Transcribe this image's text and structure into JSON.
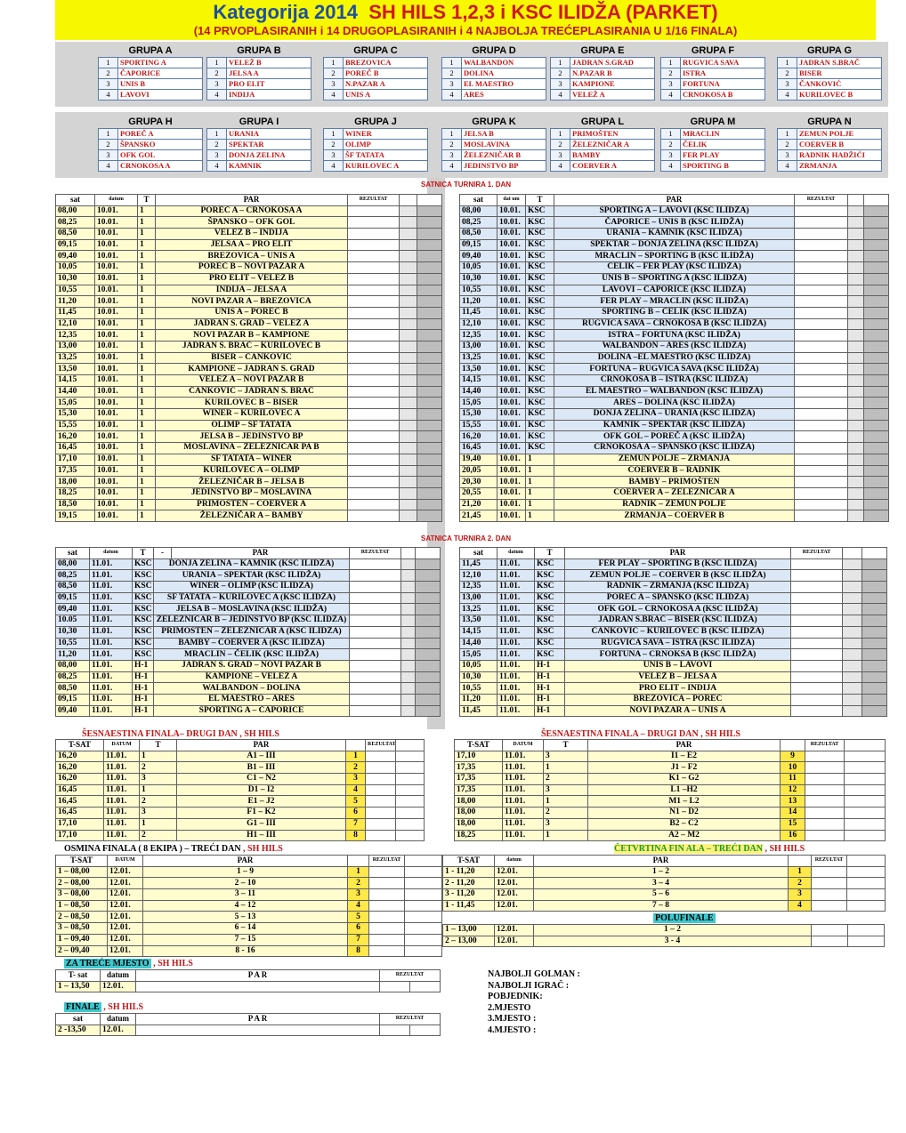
{
  "header": {
    "t_kat": "Kategorija 2014",
    "t_sh": "SH HILS 1,2,3 i",
    "t_ksc": "KSC ILIDŽA (PARKET)",
    "subtitle": "(14 PRVOPLASIRANIH i 14 DRUGOPLASIRANIH  i 4 NAJBOLJA TREĆEPLASIRANIA U 1/16 FINALA)"
  },
  "groups1": [
    {
      "name": "GRUPA  A",
      "teams": [
        "SPORTING A",
        "ČAPORICE",
        "UNIS B",
        "LAVOVI"
      ]
    },
    {
      "name": "GRUPA  B",
      "teams": [
        "VELEŽ B",
        "JELSA A",
        "PRO ELIT",
        "INDIJA"
      ]
    },
    {
      "name": "GRUPA C",
      "teams": [
        "BREZOVICA",
        "POREČ B",
        "N.PAZAR A",
        "UNIS A"
      ]
    },
    {
      "name": "GRUPA D",
      "teams": [
        "WALBANDON",
        "DOLINA",
        "EL MAESTRO",
        "ARES"
      ]
    },
    {
      "name": "GRUPA E",
      "teams": [
        "JADRAN S.GRAD",
        "N.PAZAR B",
        "KAMPIONE",
        "VELEŽ A"
      ]
    },
    {
      "name": "GRUPA  F",
      "teams": [
        "RUGVICA SAVA",
        "ISTRA",
        "FORTUNA",
        "CRNOKOSA B"
      ]
    },
    {
      "name": "GRUPA G",
      "teams": [
        "JADRAN S.BRAČ",
        "BISER",
        "ČANKOVIĆ",
        "KURILOVEC B"
      ]
    }
  ],
  "groups2": [
    {
      "name": "GRUPA H",
      "teams": [
        "POREČ A",
        "ŠPANSKO",
        "OFK GOL",
        "CRNOKOSA A"
      ]
    },
    {
      "name": "GRUPA I",
      "teams": [
        "URANIA",
        "SPEKTAR",
        "DONJA ZELINA",
        "KAMNIK"
      ]
    },
    {
      "name": "GRUPA  J",
      "teams": [
        "WINER",
        "OLIMP",
        "ŠF TATATA",
        "KURILOVEC A"
      ]
    },
    {
      "name": "GRUPA   K",
      "teams": [
        "JELSA B",
        "MOSLAVINA",
        "ŽELEZNIČAR B",
        "JEDINSTVO BP"
      ]
    },
    {
      "name": "GRUPA L",
      "teams": [
        "PRIMOŠTEN",
        "ŽELEZNIČAR A",
        "BAMBY",
        "COERVER A"
      ]
    },
    {
      "name": "GRUPA M",
      "teams": [
        "MRACLIN",
        "ČELIK",
        "FER PLAY",
        "SPORTING B"
      ]
    },
    {
      "name": "GRUPA  N",
      "teams": [
        "ZEMUN POLJE",
        "COERVER B",
        "RADNIK HADŽIĆI",
        "ZRMANJA"
      ]
    }
  ],
  "day1": {
    "title": "SATNICA  TURNIRA 1. DAN",
    "headL": {
      "sat": "sat",
      "datum": "datum",
      "t": "T",
      "par": "PAR",
      "rez": "REZULTAT"
    },
    "headR": {
      "sat": "sat",
      "datum": "dat um",
      "t": "T",
      "par": "PAR",
      "rez": "REZULTAT"
    },
    "left": [
      [
        "08,00",
        "10.01.",
        "1",
        "POREČ A – CRNOKOSA A"
      ],
      [
        "08,25",
        "10.01.",
        "1",
        "ŠPANSKO – OFK GOL"
      ],
      [
        "08,50",
        "10.01.",
        "1",
        "VELEŽ B – INDIJA"
      ],
      [
        "09,15",
        "10.01.",
        "1",
        "JELSA A – PRO ELIT"
      ],
      [
        "09,40",
        "10.01.",
        "1",
        "BREZOVICA – UNIS A"
      ],
      [
        "10,05",
        "10.01.",
        "1",
        "POREČ B – NOVI PAZAR A"
      ],
      [
        "10,30",
        "10.01.",
        "1",
        "PRO ELIT – VELEŽ B"
      ],
      [
        "10,55",
        "10.01.",
        "1",
        "INDIJA – JELSA A"
      ],
      [
        "11,20",
        "10.01.",
        "1",
        "NOVI PAZAR A – BREZOVICA"
      ],
      [
        "11,45",
        "10.01.",
        "1",
        "UNIS A – POREČ B"
      ],
      [
        "12,10",
        "10.01.",
        "1",
        "JADRAN S. GRAD – VELEŽ A"
      ],
      [
        "12,35",
        "10.01.",
        "1",
        "NOVI PAZAR B – KAMPIONE"
      ],
      [
        "13,00",
        "10.01.",
        "1",
        "JADRAN S. BRAČ – KURILOVEC B"
      ],
      [
        "13,25",
        "10.01.",
        "1",
        "BISER – ČANKOVIĆ"
      ],
      [
        "13,50",
        "10.01.",
        "1",
        "KAMPIONE – JADRAN S. GRAD"
      ],
      [
        "14,15",
        "10.01.",
        "1",
        "VELEŽ A – NOVI PAZAR B"
      ],
      [
        "14,40",
        "10.01.",
        "1",
        "ČANKOVIĆ – JADRAN S. BRAČ"
      ],
      [
        "15,05",
        "10.01.",
        "1",
        "KURILOVEC B – BISER"
      ],
      [
        "15,30",
        "10.01.",
        "1",
        "WINER – KURILOVEC A"
      ],
      [
        "15,55",
        "10.01.",
        "1",
        "OLIMP – ŠF TATATA"
      ],
      [
        "16,20",
        "10.01.",
        "1",
        "JELSA B – JEDINSTVO BP"
      ],
      [
        "16,45",
        "10.01.",
        "1",
        "MOSLAVINA – ŽELEZNIČAR PA B"
      ],
      [
        "17,10",
        "10.01.",
        "1",
        "ŠF TATATA – WINER"
      ],
      [
        "17,35",
        "10.01.",
        "1",
        "KURILOVEC A – OLIMP"
      ],
      [
        "18,00",
        "10.01.",
        "1",
        "ŽELEZNIČAR B – JELSA B"
      ],
      [
        "18,25",
        "10.01.",
        "1",
        "JEDINSTVO BP – MOSLAVINA"
      ],
      [
        "18,50",
        "10.01.",
        "1",
        "PRIMOŠTEN – COERVER A"
      ],
      [
        "19,15",
        "10.01.",
        "1",
        "ŽELEZNIČAR A – BAMBY"
      ]
    ],
    "right": [
      [
        "08,00",
        "10.01.",
        "KSC",
        "SPORTING A – LAVOVI  (KSC ILIDŽA)"
      ],
      [
        "08,25",
        "10.01.",
        "KSC",
        "ČAPORICE – UNIS B  (KSC ILIDŽA)"
      ],
      [
        "08,50",
        "10.01.",
        "KSC",
        "URANIA – KAMNIK (KSC ILIDŽA)"
      ],
      [
        "09,15",
        "10.01.",
        "KSC",
        "SPEKTAR – DONJA ZELINA  (KSC ILIDŽA)"
      ],
      [
        "09,40",
        "10.01.",
        "KSC",
        "MRACLIN – SPORTING B (KSC ILIDŽA)"
      ],
      [
        "10,05",
        "10.01.",
        "KSC",
        "ČELIK – FER PLAY (KSC ILIDŽA)"
      ],
      [
        "10,30",
        "10.01.",
        "KSC",
        "UNIS B – SPORTING A  (KSC ILIDŽA)"
      ],
      [
        "10,55",
        "10.01.",
        "KSC",
        "LAVOVI – ČAPORICE  (KSC ILIDŽA)"
      ],
      [
        "11,20",
        "10.01.",
        "KSC",
        "FER PLAY – MRACLIN  (KSC ILIDŽA)"
      ],
      [
        "11,45",
        "10.01.",
        "KSC",
        "SPORTING B – ČELIK  (KSC ILIDŽA)"
      ],
      [
        "12,10",
        "10.01.",
        "KSC",
        "RUGVICA SAVA – CRNOKOSA B (KSC ILIDŽA)"
      ],
      [
        "12,35",
        "10.01.",
        "KSC",
        "ISTRA – FORTUNA  (KSC ILIDŽA)"
      ],
      [
        "13,00",
        "10.01.",
        "KSC",
        "WALBANDON – ARES  (KSC ILIDŽA)"
      ],
      [
        "13,25",
        "10.01.",
        "KSC",
        "DOLINA –EL MAESTRO (KSC ILIDŽA)"
      ],
      [
        "13,50",
        "10.01.",
        "KSC",
        "FORTUNA – RUGVICA SAVA  (KSC ILIDŽA)"
      ],
      [
        "14,15",
        "10.01.",
        "KSC",
        "CRNOKOSA B – ISTRA  (KSC ILIDŽA)"
      ],
      [
        "14,40",
        "10.01.",
        "KSC",
        "EL MAESTRO – WALBANDON  (KSC ILIDŽA)"
      ],
      [
        "15,05",
        "10.01.",
        "KSC",
        "ARES – DOLINA (KSC ILIDŽA)"
      ],
      [
        "15,30",
        "10.01.",
        "KSC",
        "DONJA ZELINA – URANIA  (KSC ILIDŽA)"
      ],
      [
        "15,55",
        "10.01.",
        "KSC",
        "KAMNIK – SPEKTAR  (KSC ILIDŽA)"
      ],
      [
        "16,20",
        "10.01.",
        "KSC",
        "OFK GOL – POREČ A  (KSC ILIDŽA)"
      ],
      [
        "16,45",
        "10.01.",
        "KSC",
        "CRNOKOSA A – ŠPANSKO  (KSC ILIDŽA)"
      ],
      [
        "19,40",
        "10.01.",
        "1",
        "ZEMUN POLJE – ZRMANJA"
      ],
      [
        "20,05",
        "10.01.",
        "1",
        "COERVER B – RADNIK"
      ],
      [
        "20,30",
        "10.01.",
        "1",
        "BAMBY – PRIMOŠTEN"
      ],
      [
        "20,55",
        "10.01.",
        "1",
        "COERVER A – ŽELEZNIČAR A"
      ],
      [
        "21,20",
        "10.01.",
        "1",
        "RADNIK – ZEMUN POLJE"
      ],
      [
        "21,45",
        "10.01.",
        "1",
        "ZRMANJA – COERVER B"
      ]
    ]
  },
  "day2": {
    "title": "SATNICA  TURNIRA 2. DAN",
    "headL": {
      "sat": "sat",
      "datum": "datum",
      "t": "T",
      "dash": "-",
      "par": "PAR",
      "rez": "REZULTAT"
    },
    "headR": {
      "sat": "sat",
      "datum": "datum",
      "t": "T",
      "par": "PAR",
      "rez": "REZULTAT"
    },
    "left": [
      [
        "08,00",
        "11.01.",
        "KSC",
        "DONJA ZELINA – KAMNIK (KSC ILIDŽA)"
      ],
      [
        "08,25",
        "11.01.",
        "KSC",
        "URANIA  – SPEKTAR (KSC ILIDŽA)"
      ],
      [
        "08,50",
        "11.01.",
        "KSC",
        "WINER – OLIMP  (KSC ILIDŽA)"
      ],
      [
        "09,15",
        "11.01.",
        "KSC",
        "ŠF TATATA – KURILOVEC A (KSC ILIDŽA)"
      ],
      [
        "09,40",
        "11.01.",
        "KSC",
        "JELSA B – MOSLAVINA (KSC ILIDŽA)"
      ],
      [
        "10.05",
        "11.01.",
        "KSC",
        "ŽELEZNIČAR B – JEDINSTVO BP (KSC ILIDŽA)"
      ],
      [
        "10,30",
        "11.01.",
        "KSC",
        "PRIMOŠTEN – ŽELEZNIČAR A (KSC ILIDŽA)"
      ],
      [
        "10,55",
        "11.01.",
        "KSC",
        "BAMBY – COERVER A (KSC ILIDŽA)"
      ],
      [
        "11,20",
        "11.01.",
        "KSC",
        "MRACLIN – ČELIK (KSC ILIDŽA)"
      ],
      [
        "08,00",
        "11.01.",
        "H-1",
        "JADRAN S. GRAD – NOVI PAZAR B"
      ],
      [
        "08,25",
        "11.01.",
        "H-1",
        "KAMPIONE – VELEŽ A"
      ],
      [
        "08,50",
        "11.01.",
        "H-1",
        "WALBANDON – DOLINA"
      ],
      [
        "09,15",
        "11.01.",
        "H-1",
        "EL MAESTRO – ARES"
      ],
      [
        "09,40",
        "11.01.",
        "H-1",
        "SPORTING A  – ČAPORICE"
      ]
    ],
    "right": [
      [
        "11,45",
        "11.01.",
        "KSC",
        "FER PLAY – SPORTING  B (KSC ILIDŽA)"
      ],
      [
        "12,10",
        "11.01.",
        "KSC",
        "ZEMUN POLJE – COERVER B (KSC ILIDŽA)"
      ],
      [
        "12,35",
        "11.01.",
        "KSC",
        "RADNIK – ZRMANJA (KSC ILIDŽA)"
      ],
      [
        "13,00",
        "11.01.",
        "KSC",
        "POREČ A – ŠPANSKO (KSC ILIDŽA)"
      ],
      [
        "13,25",
        "11.01.",
        "KSC",
        "OFK GOL – CRNOKOSA A (KSC ILIDŽA)"
      ],
      [
        "13,50",
        "11.01.",
        "KSC",
        "JADRAN S.BRAČ – BISER (KSC ILIDŽA)"
      ],
      [
        "14,15",
        "11.01.",
        "KSC",
        "ČANKOVIĆ – KURILOVEC B (KSC ILIDŽA)"
      ],
      [
        "14,40",
        "11.01.",
        "KSC",
        "RUGVICA SAVA – ISTRA (KSC ILIDŽA)"
      ],
      [
        "15,05",
        "11.01.",
        "KSC",
        "FORTUNA – CRNOKSA B (KSC ILIDŽA)"
      ],
      [
        "10,05",
        "11.01.",
        "H-1",
        "UNIS B – LAVOVI"
      ],
      [
        "10,30",
        "11.01.",
        "H-1",
        "VELEŽ B – JELSA A"
      ],
      [
        "10,55",
        "11.01.",
        "H-1",
        "PRO ELIT – INDIJA"
      ],
      [
        "11,20",
        "11.01.",
        "H-1",
        "BREZOVICA – POREČ"
      ],
      [
        "11,45",
        "11.01.",
        "H-1",
        "NOVI PAZAR A – UNIS A"
      ]
    ]
  },
  "r16": {
    "titleL": "ŠESNAESTINA FINALA– DRUGI DAN , SH  HILS",
    "titleR": "ŠESNAESTINA FINALA  – DRUGI  DAN , SH  HILS",
    "headL": {
      "sat": "T-SAT",
      "datum": "DATUM",
      "t": "T",
      "par": "PAR",
      "rez": "REZULTAT"
    },
    "headR": {
      "sat": "T-SAT",
      "datum": "DATUM",
      "t": "T",
      "par": "PAR",
      "rez": "REZULTAT"
    },
    "left": [
      [
        "16,20",
        "11.01.",
        "1",
        "A1 – III",
        "1"
      ],
      [
        "16,20",
        "11.01.",
        "2",
        "B1 – III",
        "2"
      ],
      [
        "16,20",
        "11.01.",
        "3",
        "C1 – N2",
        "3"
      ],
      [
        "16,45",
        "11.01.",
        "1",
        "D1 – I2",
        "4"
      ],
      [
        "16,45",
        "11.01.",
        "2",
        "E1 – J2",
        "5"
      ],
      [
        "16,45",
        "11.01.",
        "3",
        "F1 – K2",
        "6"
      ],
      [
        "17,10",
        "11.01.",
        "1",
        "G1 – III",
        "7"
      ],
      [
        "17,10",
        "11.01.",
        "2",
        "H1 – III",
        "8"
      ]
    ],
    "right": [
      [
        "17,10",
        "11.01.",
        "3",
        "I1 – E2",
        "9"
      ],
      [
        "17,35",
        "11.01.",
        "1",
        "J1 – F2",
        "10"
      ],
      [
        "17,35",
        "11.01.",
        "2",
        "K1 – G2",
        "11"
      ],
      [
        "17,35",
        "11.01.",
        "3",
        "L1 –H2",
        "12"
      ],
      [
        "18,00",
        "11.01.",
        "1",
        "M1 – L2",
        "13"
      ],
      [
        "18,00",
        "11.01.",
        "2",
        "N1 – D2",
        "14"
      ],
      [
        "18,00",
        "11.01.",
        "3",
        "B2 – C2",
        "15"
      ],
      [
        "18,25",
        "11.01.",
        "1",
        "A2 – M2",
        "16"
      ]
    ]
  },
  "r8": {
    "title": "OSMINA  FINALA ( 8 EKIPA ) – TREĆI  DAN",
    "suffix": ", SH  HILS",
    "head": {
      "sat": "T-SAT",
      "datum": "DATUM",
      "par": "PAR",
      "rez": "REZULTAT"
    },
    "rows": [
      [
        "1 – 08,00",
        "12.01.",
        "1 – 9",
        "1"
      ],
      [
        "2 – 08,00",
        "12.01.",
        "2 – 10",
        "2"
      ],
      [
        "3 – 08,00",
        "12.01.",
        "3 – 11",
        "3"
      ],
      [
        "1 – 08,50",
        "12.01.",
        "4 – 12",
        "4"
      ],
      [
        "2 – 08,50",
        "12.01.",
        "5 – 13",
        "5"
      ],
      [
        "3 – 08,50",
        "12.01.",
        "6 – 14",
        "6"
      ],
      [
        "1 – 09,40",
        "12.01.",
        "7 – 15",
        "7"
      ],
      [
        "2 – 09,40",
        "12.01.",
        "8 - 16",
        "8"
      ]
    ]
  },
  "qf": {
    "title": "ČETVRTINA FIN ALA – TREĆI DAN",
    "suffix": ", SH  HILS",
    "head": {
      "sat": "T-SAT",
      "datum": "datum",
      "par": "PAR",
      "rez": "REZULTAT"
    },
    "rows": [
      [
        "1 - 11,20",
        "12.01.",
        "1 – 2",
        "1"
      ],
      [
        "2 - 11,20",
        "12.01.",
        "3 – 4",
        "2"
      ],
      [
        "3 - 11,20",
        "12.01.",
        "5 – 6",
        "3"
      ],
      [
        "1 - 11,45",
        "12.01.",
        "7 – 8",
        "4"
      ]
    ]
  },
  "sf": {
    "title": "POLUFINALE",
    "rows": [
      [
        "1 – 13,00",
        "12.01.",
        "1 – 2"
      ],
      [
        "2 – 13,00",
        "12.01.",
        "3 - 4"
      ]
    ]
  },
  "third": {
    "title": "ZA TREĆE MJESTO",
    "suffix": ", SH  HILS",
    "head": {
      "sat": "T- sat",
      "datum": "datum",
      "par": "P A R",
      "rez": "REZULTAT"
    },
    "row": [
      "1 – 13,50",
      "12.01."
    ]
  },
  "final": {
    "title": "FINALE",
    "suffix": ", SH  HILS",
    "head": {
      "sat": "sat",
      "datum": "datum",
      "par": "P A R",
      "rez": "REZULTAT"
    },
    "row": [
      "2 -13,50",
      "12.01."
    ]
  },
  "footer": [
    "NAJBOLJI GOLMAN :",
    "NAJBOLJI IGRAČ     :",
    "POBJEDNIK:",
    "2.MJESTO",
    "3.MJESTO :",
    "4.MJESTO :"
  ]
}
